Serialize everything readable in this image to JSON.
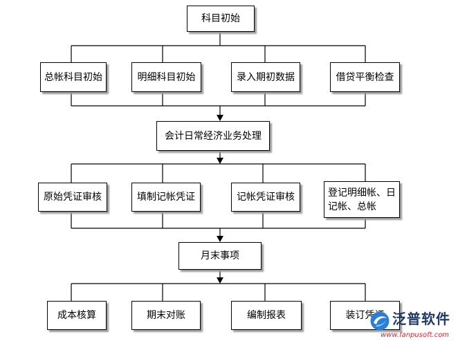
{
  "diagram": {
    "root": "科目初始",
    "initial_steps": [
      "总帐科目初始",
      "明细科目初始",
      "录入期初数据",
      "借贷平衡检查"
    ],
    "daily": "会计日常经济业务处理",
    "daily_steps": [
      "原始凭证审核",
      "填制记帐凭证",
      "记帐凭证审核",
      "登记明细帐、日记帐、总帐"
    ],
    "month_end": "月末事项",
    "month_end_steps": [
      "成本核算",
      "期末对账",
      "编制报表",
      "装订凭证"
    ]
  },
  "watermark": {
    "brand": "泛普软件",
    "url": "www.fanpusoft.com",
    "logo_icon": "fanpu-logo-icon"
  },
  "colors": {
    "line": "#000000",
    "box_border": "#000000",
    "box_fill": "#ffffff",
    "shadow": "#9a9a9a",
    "brand": "#1e3a66",
    "url": "#d7282f",
    "logo": "#2a7fd4"
  }
}
